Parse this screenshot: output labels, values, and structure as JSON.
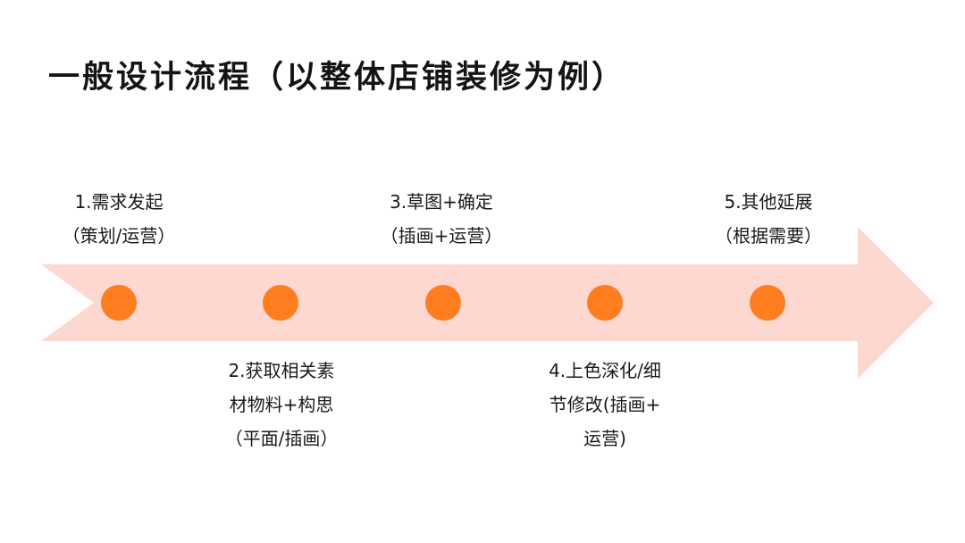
{
  "title": "一般设计流程（以整体店铺装修为例）",
  "colors": {
    "arrow_fill": "#fdd8d0",
    "dot_fill": "#ff7d1f",
    "text": "#1a1a1a"
  },
  "steps": [
    {
      "lines": [
        "1.需求发起",
        "（策划/运营）"
      ],
      "position": "above"
    },
    {
      "lines": [
        "2.获取相关素",
        "材物料+构思",
        "（平面/插画）"
      ],
      "position": "below"
    },
    {
      "lines": [
        "3.草图+确定",
        "（插画+运营）"
      ],
      "position": "above"
    },
    {
      "lines": [
        "4.上色深化/细",
        "节修改(插画+",
        "运营)"
      ],
      "position": "below"
    },
    {
      "lines": [
        "5.其他延展",
        "（根据需要）"
      ],
      "position": "above"
    }
  ]
}
